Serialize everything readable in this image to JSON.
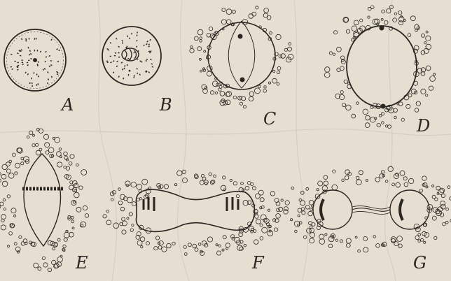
{
  "plate": {
    "labels": {
      "A": "A",
      "B": "B",
      "C": "C",
      "D": "D",
      "E": "E",
      "F": "F",
      "G": "G"
    }
  },
  "colors": {
    "ink": "#2a2622",
    "paper": "#e6dfd1",
    "show_through": "#cfc7b8"
  }
}
